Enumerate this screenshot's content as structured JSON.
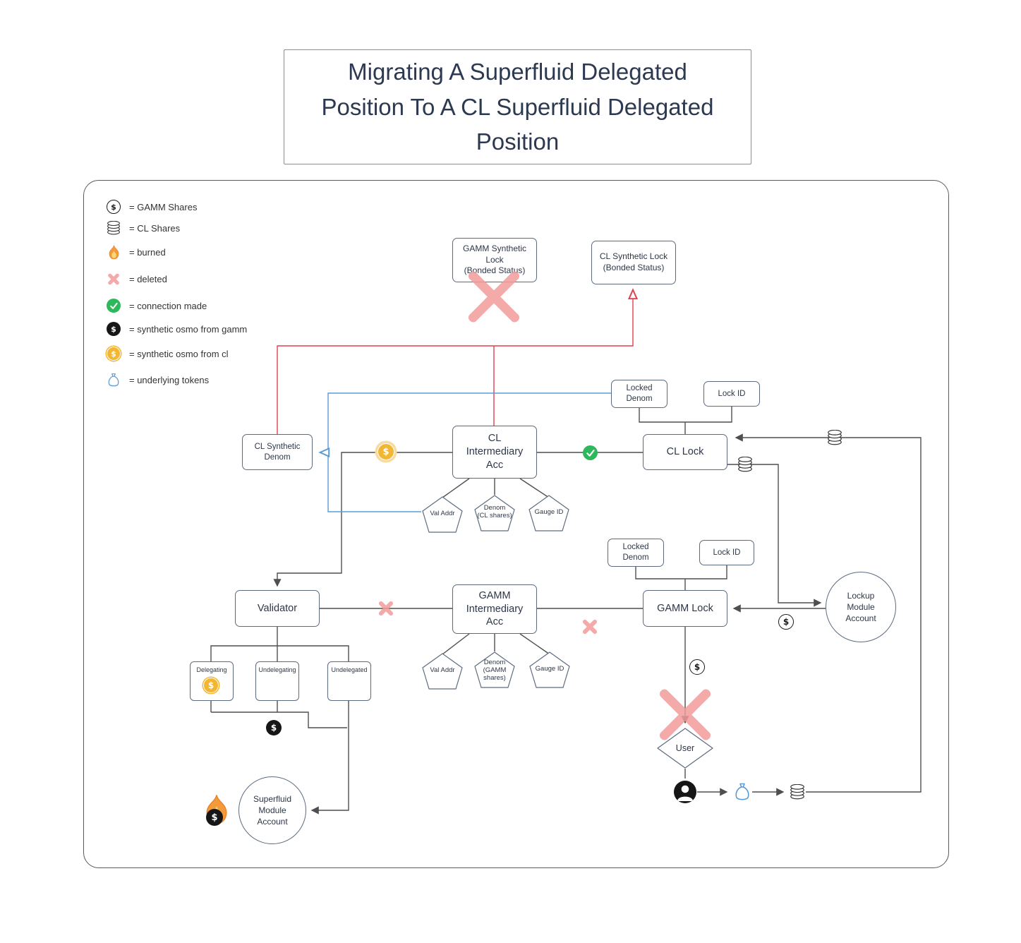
{
  "colors": {
    "line": "#4f4f4f",
    "red": "#e2414d",
    "blue": "#5b9bd5",
    "pink": "#f19c9b",
    "green": "#2eb85c",
    "gold": "#f2b632",
    "ink": "#2d3748",
    "border": "#5c6b7f"
  },
  "icons": {
    "dollar": "$"
  },
  "title": "Migrating A Superfluid Delegated Position To A CL Superfluid Delegated Position",
  "legend": {
    "items": [
      {
        "icon": "gamm-shares-coin-icon",
        "label": "= GAMM Shares"
      },
      {
        "icon": "cl-shares-stack-icon",
        "label": "= CL Shares"
      },
      {
        "icon": "flame-icon",
        "label": "= burned"
      },
      {
        "icon": "x-mark-icon",
        "label": "= deleted"
      },
      {
        "icon": "check-icon",
        "label": "= connection made"
      },
      {
        "icon": "black-coin-icon",
        "label": "= synthetic osmo from gamm"
      },
      {
        "icon": "gold-coin-icon",
        "label": "= synthetic osmo from cl"
      },
      {
        "icon": "money-bag-icon",
        "label": "= underlying tokens"
      }
    ]
  },
  "nodes": {
    "gamm_synthetic_lock": "GAMM Synthetic\nLock\n(Bonded Status)",
    "cl_synthetic_lock": "CL Synthetic Lock\n(Bonded Status)",
    "locked_denom_top": "Locked\nDenom",
    "lock_id_top": "Lock ID",
    "cl_lock": "CL Lock",
    "cl_intermediary": "CL\nIntermediary\nAcc",
    "cl_synthetic_denom": "CL Synthetic\nDenom",
    "val_addr_cl": "Val Addr",
    "denom_cl": "Denom\n(CL shares)",
    "gauge_id_cl": "Gauge ID",
    "locked_denom_bottom": "Locked\nDenom",
    "lock_id_bottom": "Lock ID",
    "gamm_lock": "GAMM Lock",
    "gamm_intermediary": "GAMM\nIntermediary\nAcc",
    "validator": "Validator",
    "val_addr_gamm": "Val Addr",
    "denom_gamm": "Denom\n(GAMM\nshares)",
    "gauge_id_gamm": "Gauge ID",
    "delegating": "Delegating",
    "undelegating": "Undelegating",
    "undelegated": "Undelegated",
    "superfluid_module_account": "Superfluid\nModule\nAccount",
    "lockup_module_account": "Lockup\nModule\nAccount",
    "user": "User"
  }
}
